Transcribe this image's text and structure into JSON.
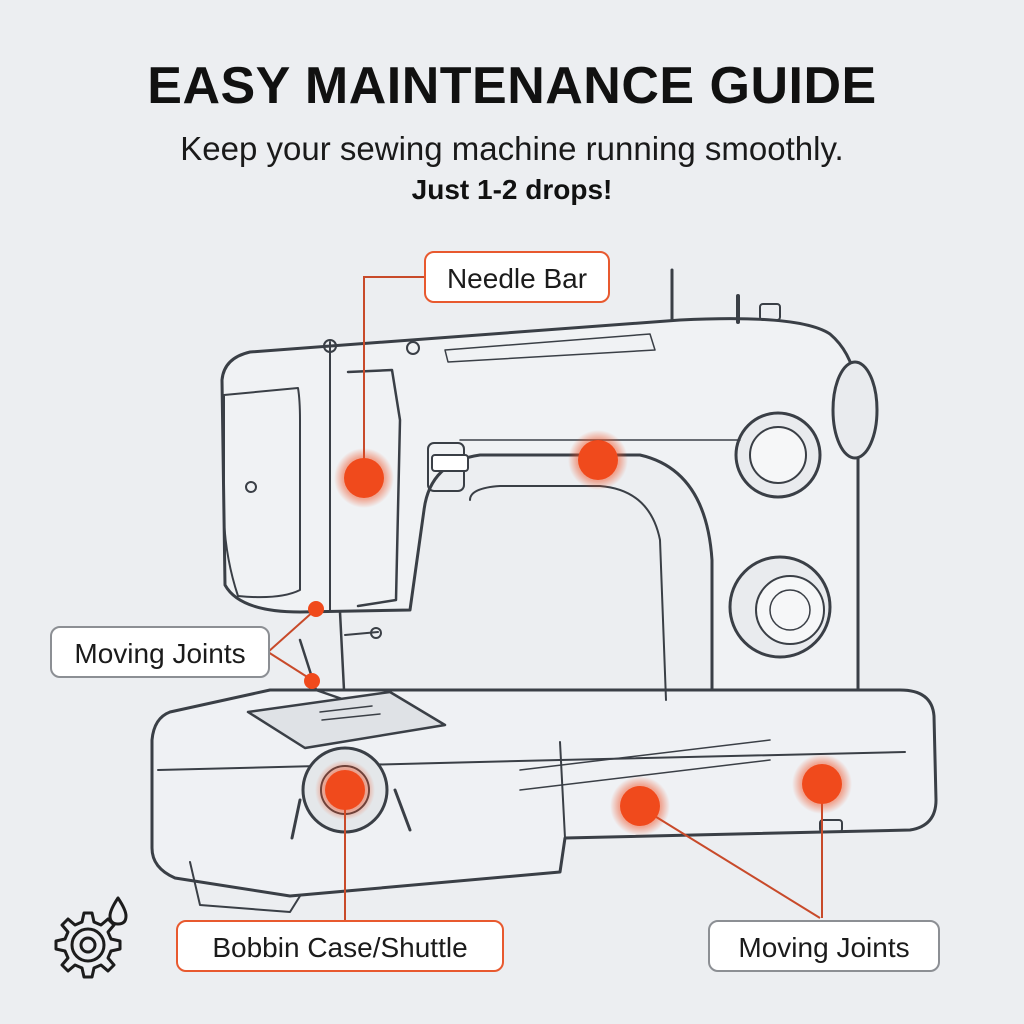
{
  "header": {
    "title": "EASY MAINTENANCE GUIDE",
    "subtitle": "Keep your sewing machine running smoothly.",
    "emphasis": "Just 1-2 drops!"
  },
  "callouts": {
    "needle_bar": "Needle Bar",
    "moving_joints_left": "Moving Joints",
    "bobbin_case": "Bobbin Case/Shuttle",
    "moving_joints_right": "Moving Joints"
  },
  "icons": {
    "bottom_left": "gear-oil-drop-icon"
  },
  "colors": {
    "oil_point": "#f04a1c",
    "leader_line": "#c84a2a",
    "outline": "#3a3f46",
    "background": "#eceef1"
  }
}
